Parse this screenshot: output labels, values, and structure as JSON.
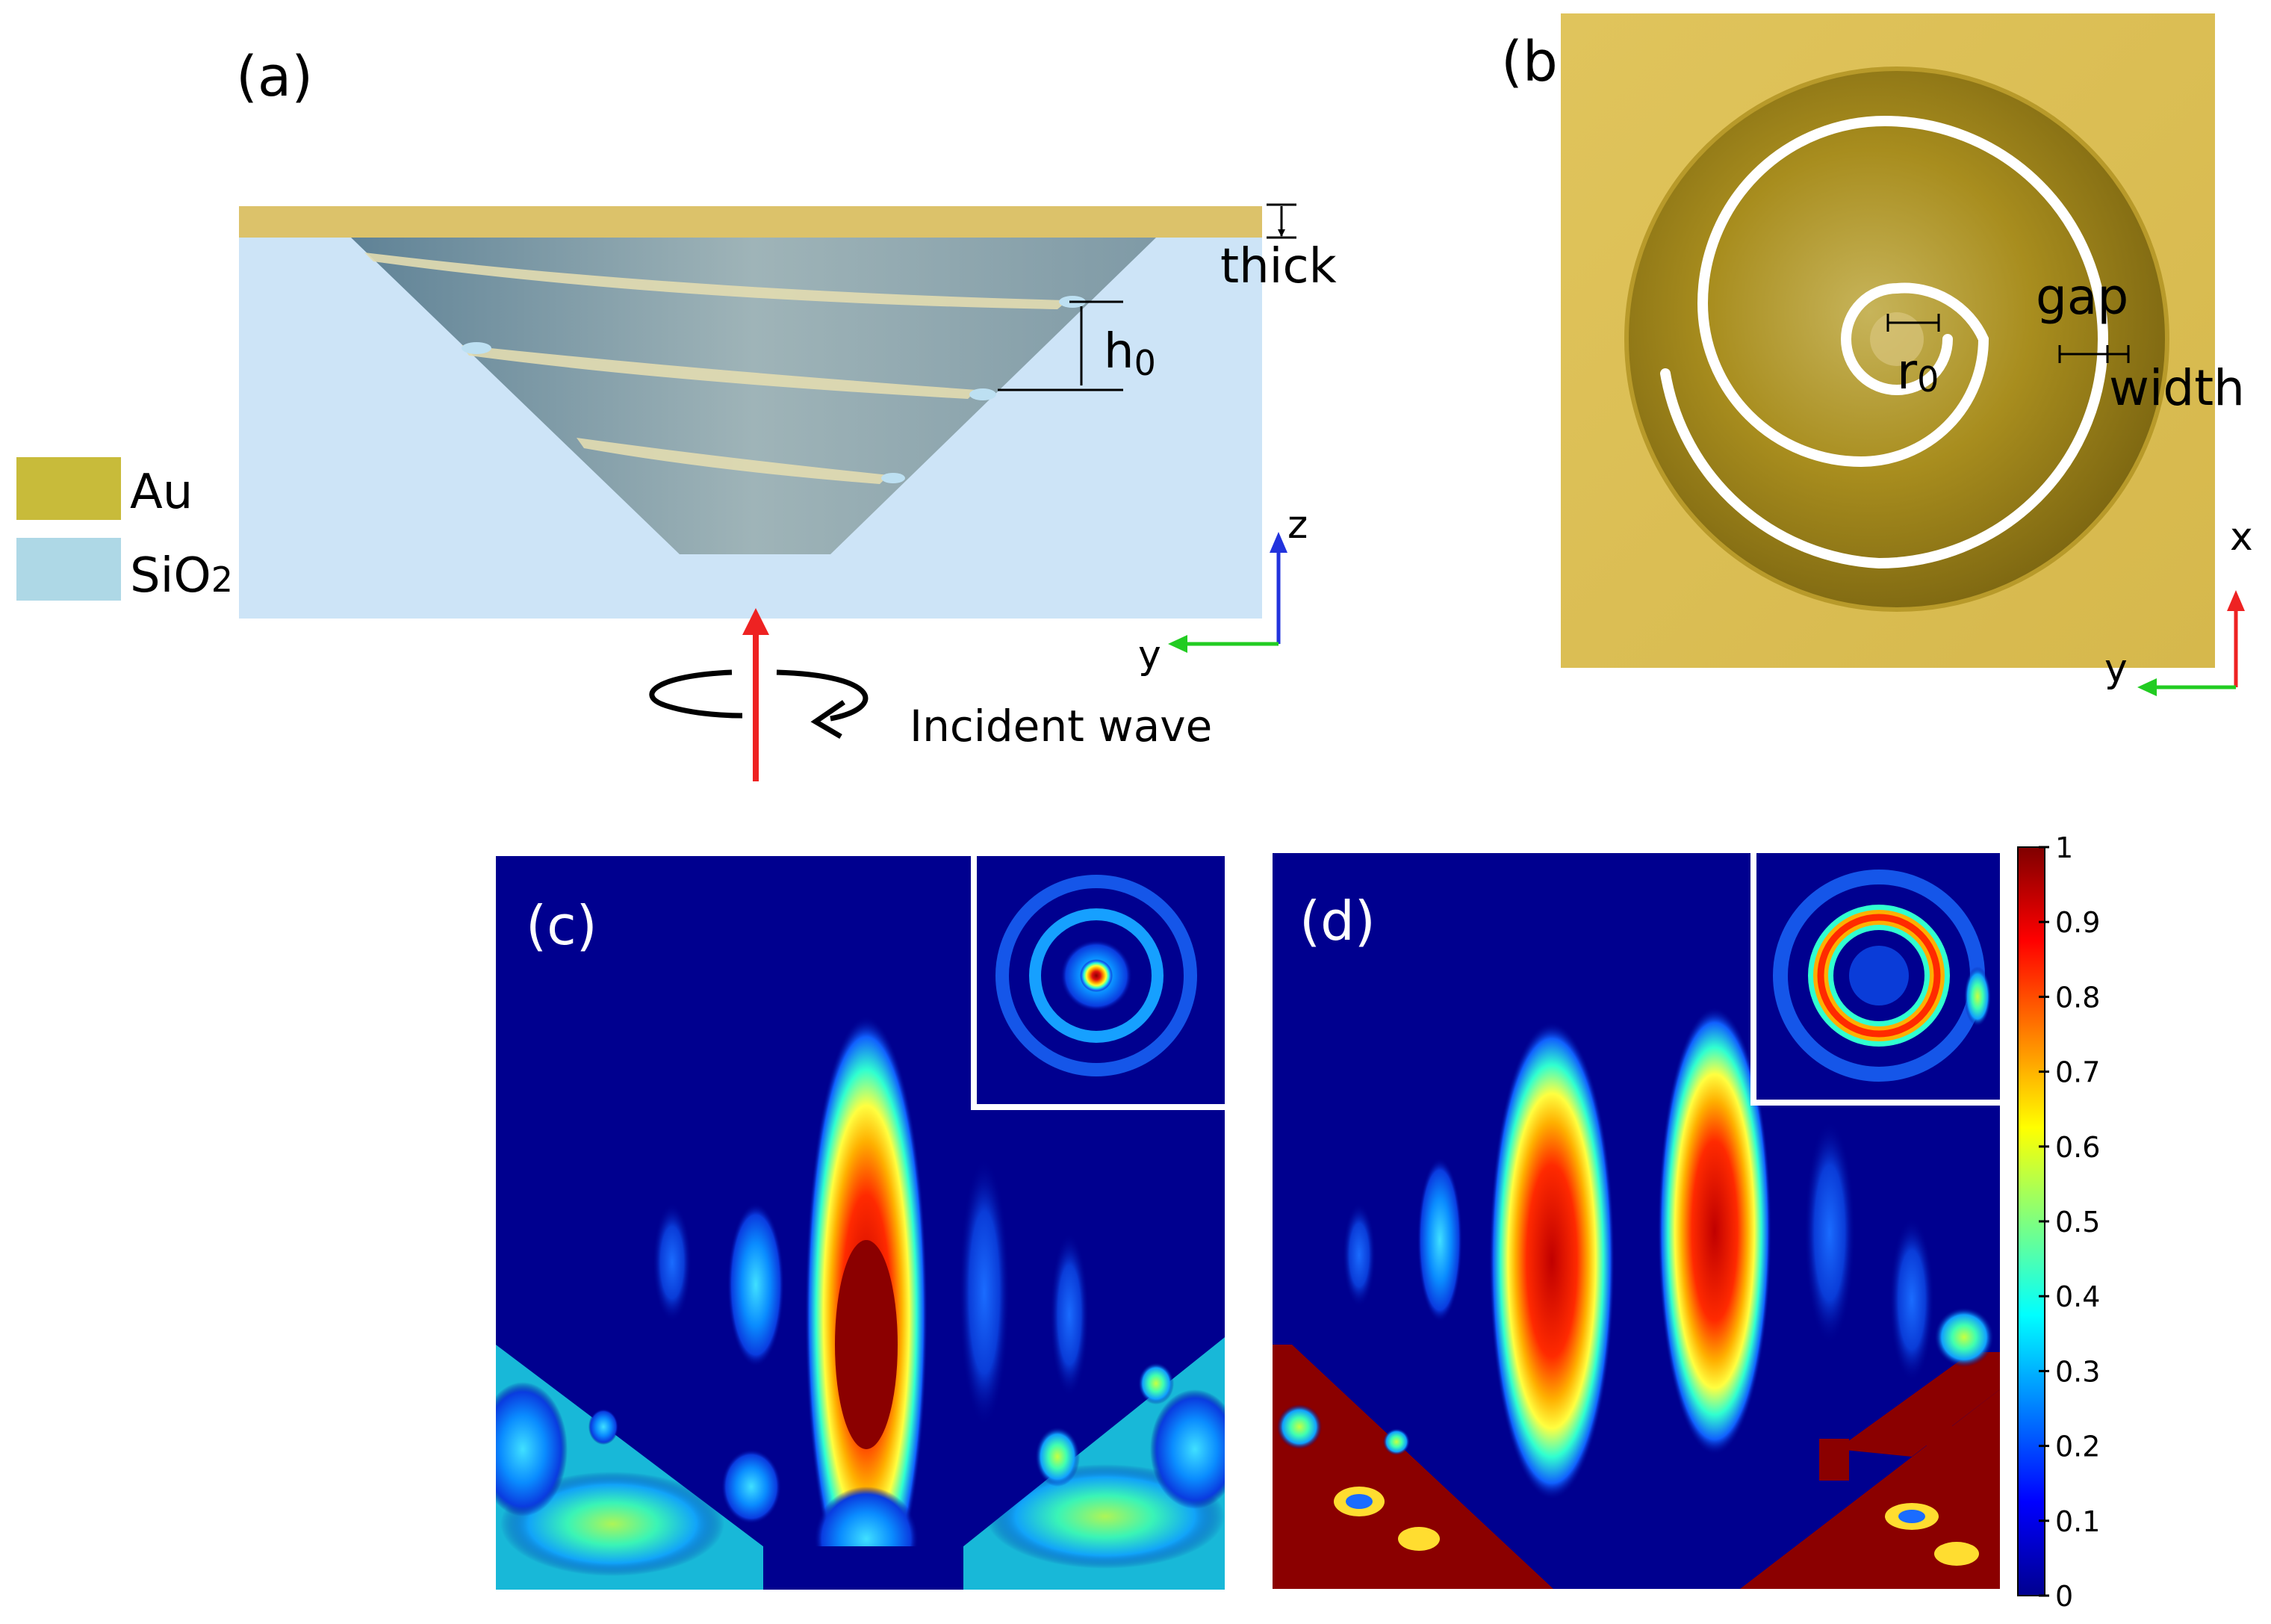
{
  "panels": {
    "a": {
      "label": "(a)",
      "thick_label": "thick",
      "h0_main": "h",
      "h0_sub": "0",
      "axis_z": "z",
      "axis_y": "y",
      "incident_label": "Incident wave"
    },
    "b": {
      "label": "(b)",
      "gap_label": "gap",
      "width_label": "width",
      "r0_main": "r",
      "r0_sub": "0",
      "axis_x": "x",
      "axis_y": "y"
    },
    "c": {
      "label": "(c)"
    },
    "d": {
      "label": "(d)"
    }
  },
  "legend": {
    "au_label": "Au",
    "sio2_main": "SiO",
    "sio2_sub": "2",
    "au_color": "#c8bb3a",
    "sio2_color": "#aed8e6"
  },
  "colors": {
    "gold_film": "#dcc26a",
    "substrate": "#cde4f7",
    "field_background": "#00008f",
    "dark_red": "#7f0000",
    "red_arrow": "#ee2222",
    "green_axis": "#22cc22",
    "blue_axis": "#2233dd"
  },
  "colorbar": {
    "ticks": [
      "1",
      "0.9",
      "0.8",
      "0.7",
      "0.6",
      "0.5",
      "0.4",
      "0.3",
      "0.2",
      "0.1",
      "0"
    ],
    "min": 0,
    "max": 1
  }
}
